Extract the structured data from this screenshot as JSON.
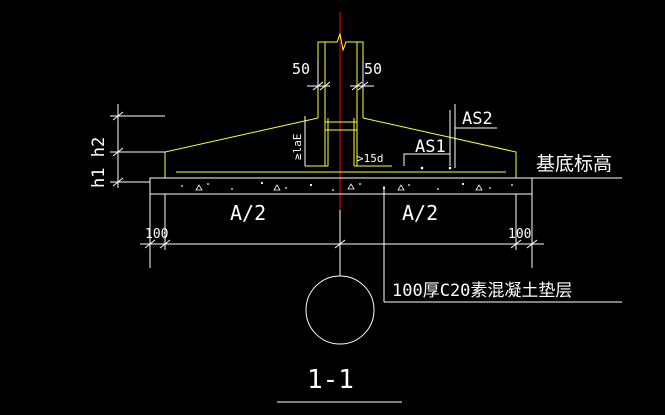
{
  "drawing": {
    "background_color": "#000000",
    "colors": {
      "footing": "#ffff33",
      "dimension": "#ffffff",
      "centerline": "#ff0000",
      "text": "#ffffff",
      "rebar": "#ffff33",
      "ground_line": "#ffffff"
    },
    "labels": {
      "dim_left_50": "50",
      "dim_right_50": "50",
      "height_label": "h1 h2",
      "anchorage_label": "≥laE",
      "hook_label": ">15d",
      "rebar_as1": "AS1",
      "rebar_as2": "AS2",
      "base_elevation": "基底标高",
      "half_width_left": "A/2",
      "half_width_right": "A/2",
      "offset_left": "100",
      "offset_right": "100",
      "cushion_note": "100厚C20素混凝土垫层",
      "section_mark": "1-1"
    }
  }
}
